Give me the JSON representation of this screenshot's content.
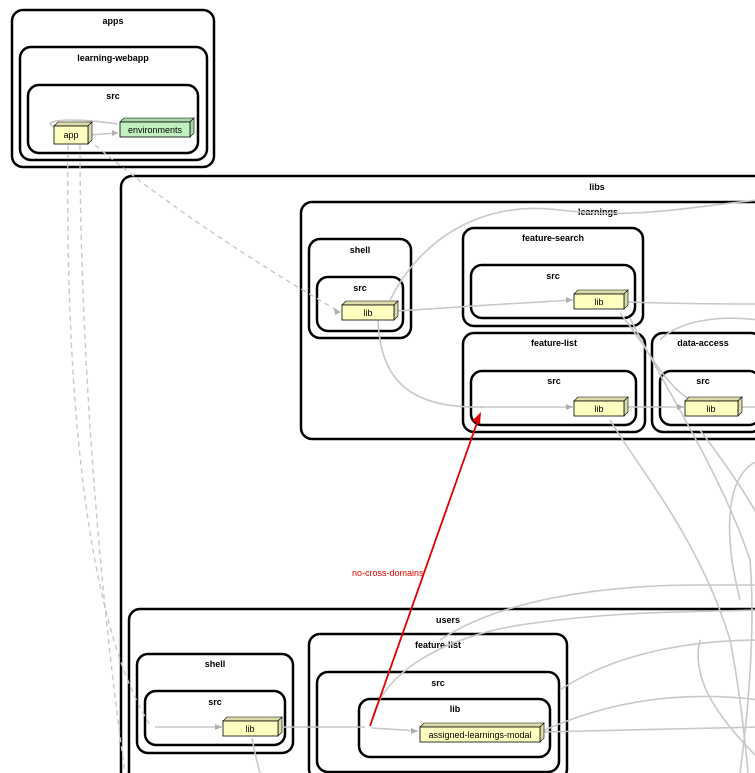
{
  "clusters": {
    "apps": "apps",
    "learning_webapp": "learning-webapp",
    "webapp_src": "src",
    "libs": "libs",
    "learnings": "learnings",
    "l_shell": "shell",
    "l_shell_src": "src",
    "feature_search": "feature-search",
    "fs_src": "src",
    "feature_list": "feature-list",
    "fl_src": "src",
    "data_access": "data-access",
    "da_src": "src",
    "users": "users",
    "u_shell": "shell",
    "u_shell_src": "src",
    "u_feature_list": "feature-list",
    "ufl_src": "src",
    "ufl_lib": "lib"
  },
  "nodes": {
    "app": "app",
    "environments": "environments",
    "l_shell_lib": "lib",
    "fs_lib": "lib",
    "fl_lib": "lib",
    "da_lib": "lib",
    "u_shell_lib": "lib",
    "assigned_modal": "assigned-learnings-modal"
  },
  "violation": {
    "label": "no-cross-domains"
  },
  "colors": {
    "node_fill": "#ffffc0",
    "environments_fill": "#c0f0c0",
    "edge": "#c8c8c8",
    "violation": "#e00000"
  }
}
